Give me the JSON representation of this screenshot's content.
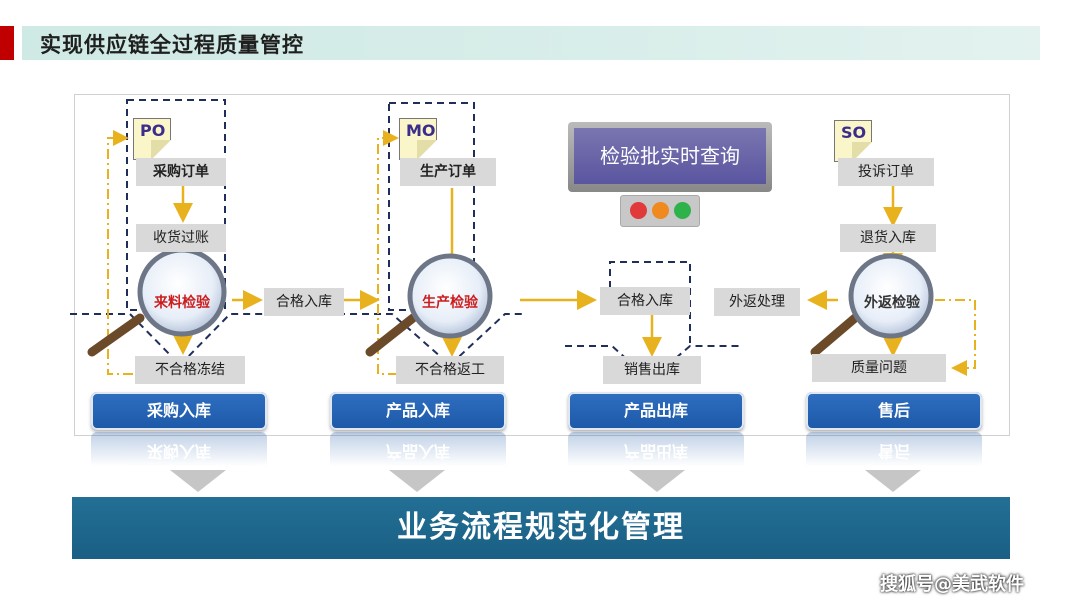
{
  "title": "实现供应链全过程质量管控",
  "query_panel": {
    "label": "检验批实时查询",
    "lights": [
      "#e03a3a",
      "#f08a1e",
      "#2fb24a"
    ]
  },
  "sections": [
    {
      "doc_tag": "PO",
      "stage": "采购入库",
      "boxes": {
        "order": "采购订单",
        "step2": "收货过账",
        "lens": "来料检验",
        "out": "合格入库",
        "reject": "不合格冻结"
      }
    },
    {
      "doc_tag": "MO",
      "stage": "产品入库",
      "boxes": {
        "order": "生产订单",
        "lens": "生产检验",
        "reject": "不合格返工"
      }
    },
    {
      "stage": "产品出库",
      "boxes": {
        "in": "合格入库",
        "out": "销售出库"
      }
    },
    {
      "doc_tag": "SO",
      "stage": "售后",
      "boxes": {
        "order": "投诉订单",
        "step2": "退货入库",
        "lens": "外返检验",
        "handle": "外返处理",
        "issue": "质量问题"
      }
    }
  ],
  "bottom_banner": "业务流程规范化管理",
  "watermark": "搜狐号@美武软件"
}
